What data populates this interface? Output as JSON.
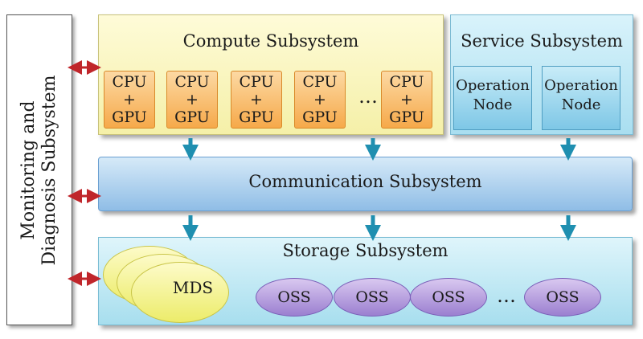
{
  "monitoring": {
    "line1": "Monitoring and",
    "line2": "Diagnosis Subsystem"
  },
  "compute": {
    "title": "Compute Subsystem",
    "nodes": [
      {
        "line1": "CPU",
        "line2": "+",
        "line3": "GPU"
      },
      {
        "line1": "CPU",
        "line2": "+",
        "line3": "GPU"
      },
      {
        "line1": "CPU",
        "line2": "+",
        "line3": "GPU"
      },
      {
        "line1": "CPU",
        "line2": "+",
        "line3": "GPU"
      },
      {
        "line1": "CPU",
        "line2": "+",
        "line3": "GPU"
      }
    ],
    "ellipsis": "…"
  },
  "service": {
    "title": "Service Subsystem",
    "nodes": [
      {
        "line1": "Operation",
        "line2": "Node"
      },
      {
        "line1": "Operation",
        "line2": "Node"
      }
    ]
  },
  "communication": {
    "title": "Communication Subsystem"
  },
  "storage": {
    "title": "Storage Subsystem",
    "mds_label": "MDS",
    "oss_nodes": [
      "OSS",
      "OSS",
      "OSS",
      "OSS"
    ],
    "ellipsis": "…"
  },
  "colors": {
    "arrow_red": "#c0262b",
    "arrow_teal": "#1f8fb0"
  }
}
